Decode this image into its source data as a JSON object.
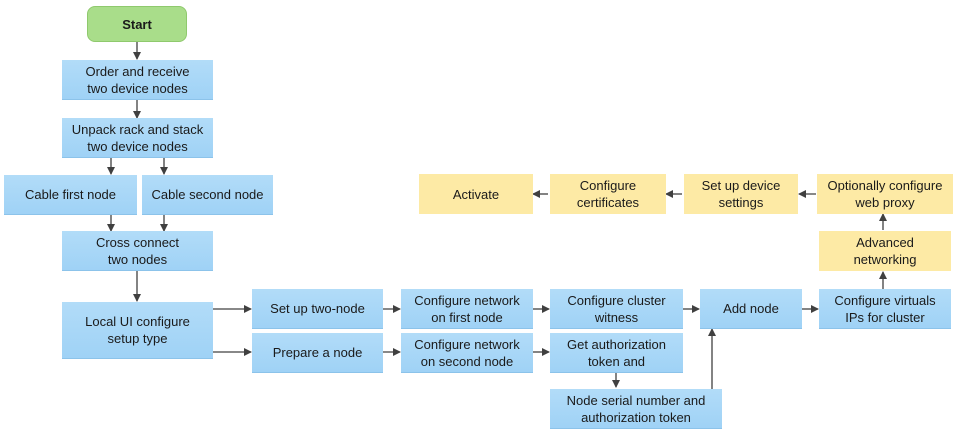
{
  "nodes": {
    "start": "Start",
    "order": "Order and receive\ntwo device nodes",
    "unpack": "Unpack rack and stack\ntwo device nodes",
    "cable_first": "Cable first node",
    "cable_second": "Cable second node",
    "cross_connect": "Cross connect\ntwo nodes",
    "local_ui": "Local UI configure\nsetup type",
    "setup_two_node": "Set up two-node",
    "prepare_node": "Prepare a node",
    "config_net_first": "Configure network\non first node",
    "config_net_second": "Configure network\non second node",
    "config_cluster_witness": "Configure cluster\nwitness",
    "get_auth_token": "Get authorization\ntoken and",
    "node_serial": "Node serial number and\nauthorization token",
    "add_node": "Add node",
    "config_virtual_ips": "Configure virtuals\nIPs for cluster",
    "advanced_networking": "Advanced\nnetworking",
    "web_proxy": "Optionally configure\nweb proxy",
    "device_settings": "Set up device\nsettings",
    "certificates": "Configure\ncertificates",
    "activate": "Activate"
  },
  "colors": {
    "step": "#a8d8f7",
    "optional_step": "#fdeaa5",
    "start": "#a9dd8a",
    "arrow": "#404040"
  }
}
